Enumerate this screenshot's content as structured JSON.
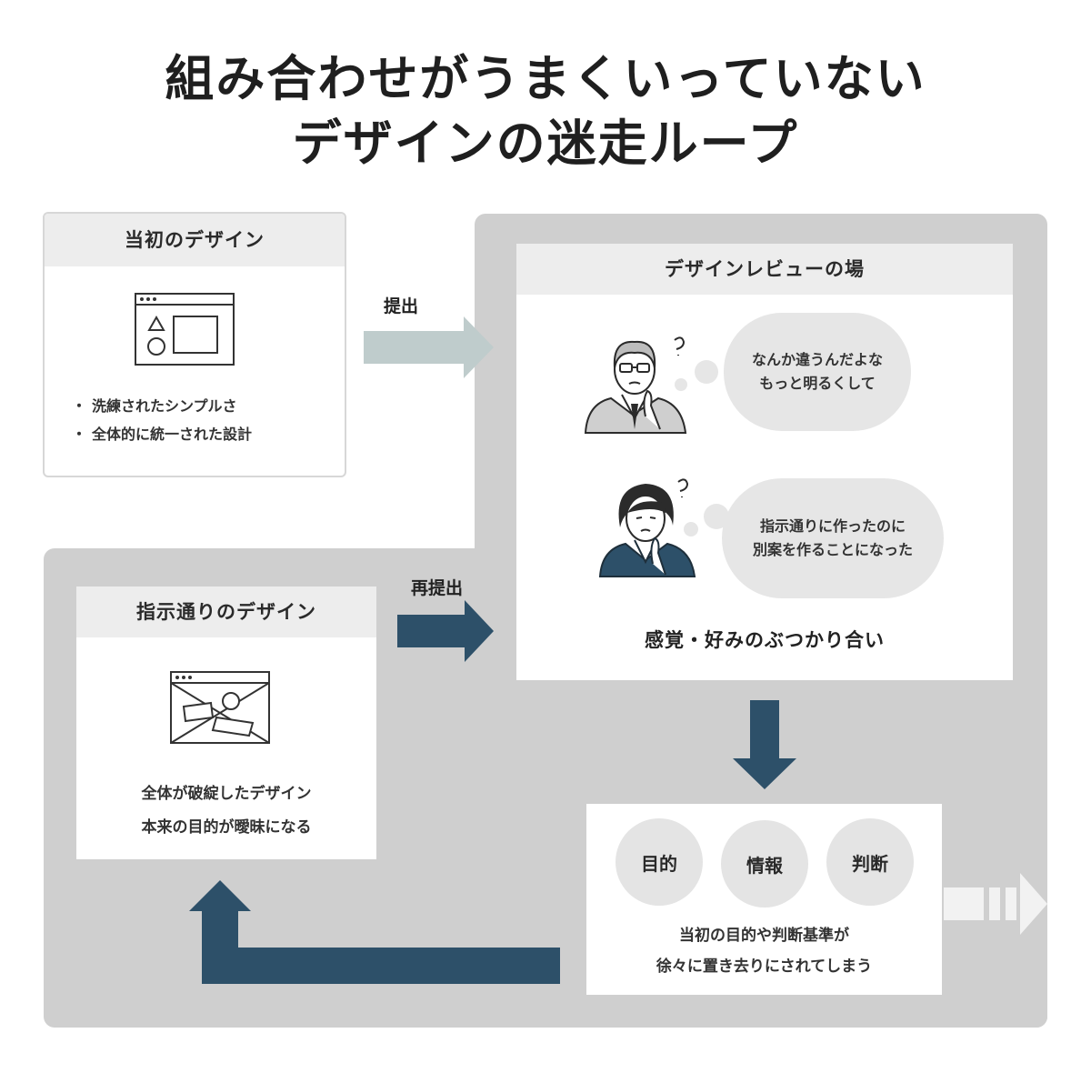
{
  "title": {
    "line1": "組み合わせがうまくいっていない",
    "line2": "デザインの迷走ループ"
  },
  "initial_design": {
    "heading": "当初のデザイン",
    "bullets": [
      "洗練されたシンプルさ",
      "全体的に統一された設計"
    ]
  },
  "arrows": {
    "submit": "提出",
    "resubmit": "再提出"
  },
  "review": {
    "heading": "デザインレビューの場",
    "bubble1": [
      "なんか違うんだよな",
      "もっと明るくして"
    ],
    "bubble2": [
      "指示通りに作ったのに",
      "別案を作ることになった"
    ],
    "caption": "感覚・好みのぶつかり合い"
  },
  "instructed_design": {
    "heading": "指示通りのデザイン",
    "lines": [
      "全体が破綻したデザイン",
      "本来の目的が曖昧になる"
    ]
  },
  "loss": {
    "circles": [
      "目的",
      "情報",
      "判断"
    ],
    "lines": [
      "当初の目的や判断基準が",
      "徐々に置き去りにされてしまう"
    ]
  },
  "colors": {
    "navy": "#2d5069",
    "light_arrow": "#bfcccc",
    "gray_bg": "#cfcfcf"
  }
}
